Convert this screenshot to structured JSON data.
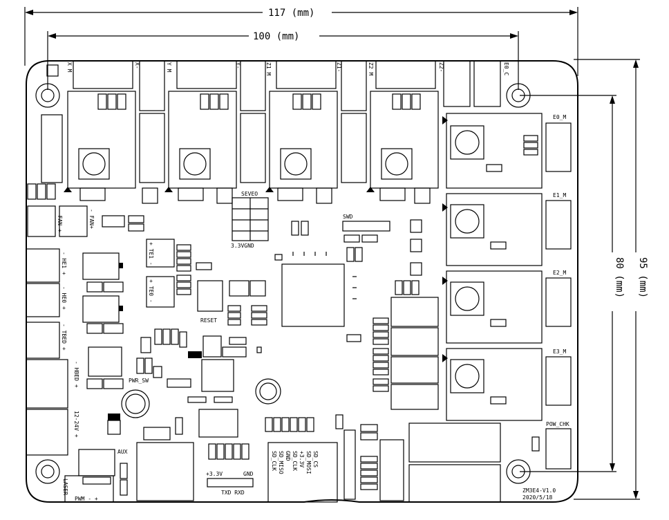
{
  "dimensions": {
    "width": "117 (mm)",
    "hole_width": "100 (mm)",
    "hole_height": "80 (mm)",
    "height": "95 (mm)"
  },
  "motor_labels": {
    "x_m": "X M",
    "x_minus": "X-",
    "y_m": "Y M",
    "y_minus": "Y-",
    "z1_m": "Z1 M",
    "z1_minus": "Z1-",
    "z2_m": "Z2 M",
    "z2_minus": "Z2-",
    "e0_c": "E0_C"
  },
  "extruder_labels": {
    "e0": "E0_M",
    "e1": "E1_M",
    "e2": "E2_M",
    "e3": "E3_M"
  },
  "left_labels": {
    "fan": "- FAN +",
    "fan_plus": "- FAN+",
    "he1": "- HE1 +",
    "he0": "- HE0 +",
    "tbed": "- TBED +",
    "hbed": "- HBED +",
    "power_in": "12-24V +"
  },
  "thermistor_labels": {
    "te1": "+ TE1 -",
    "te0": "+ TE0 -"
  },
  "misc_labels": {
    "seveo": "SEVEO",
    "gnd33": "3.3VGND",
    "swd": "SWD",
    "reset": "RESET",
    "pwr_sw": "PWR_SW",
    "pow_chk": "POW_CHK",
    "aux": "AUX",
    "laser": "LASER",
    "pwm": "PWM  -  +",
    "uart_33": "+3.3V",
    "uart_gnd": "GND",
    "uart_txrx": "TXD RXD",
    "board_name": "ZM3E4-V1.0",
    "board_date": "2020/5/18"
  },
  "sd_pins": [
    "SD_CLK",
    "SD_MISO",
    "GND",
    "SD_CLK",
    "+3.3V",
    "SD_MOSI",
    "SD_CS"
  ]
}
